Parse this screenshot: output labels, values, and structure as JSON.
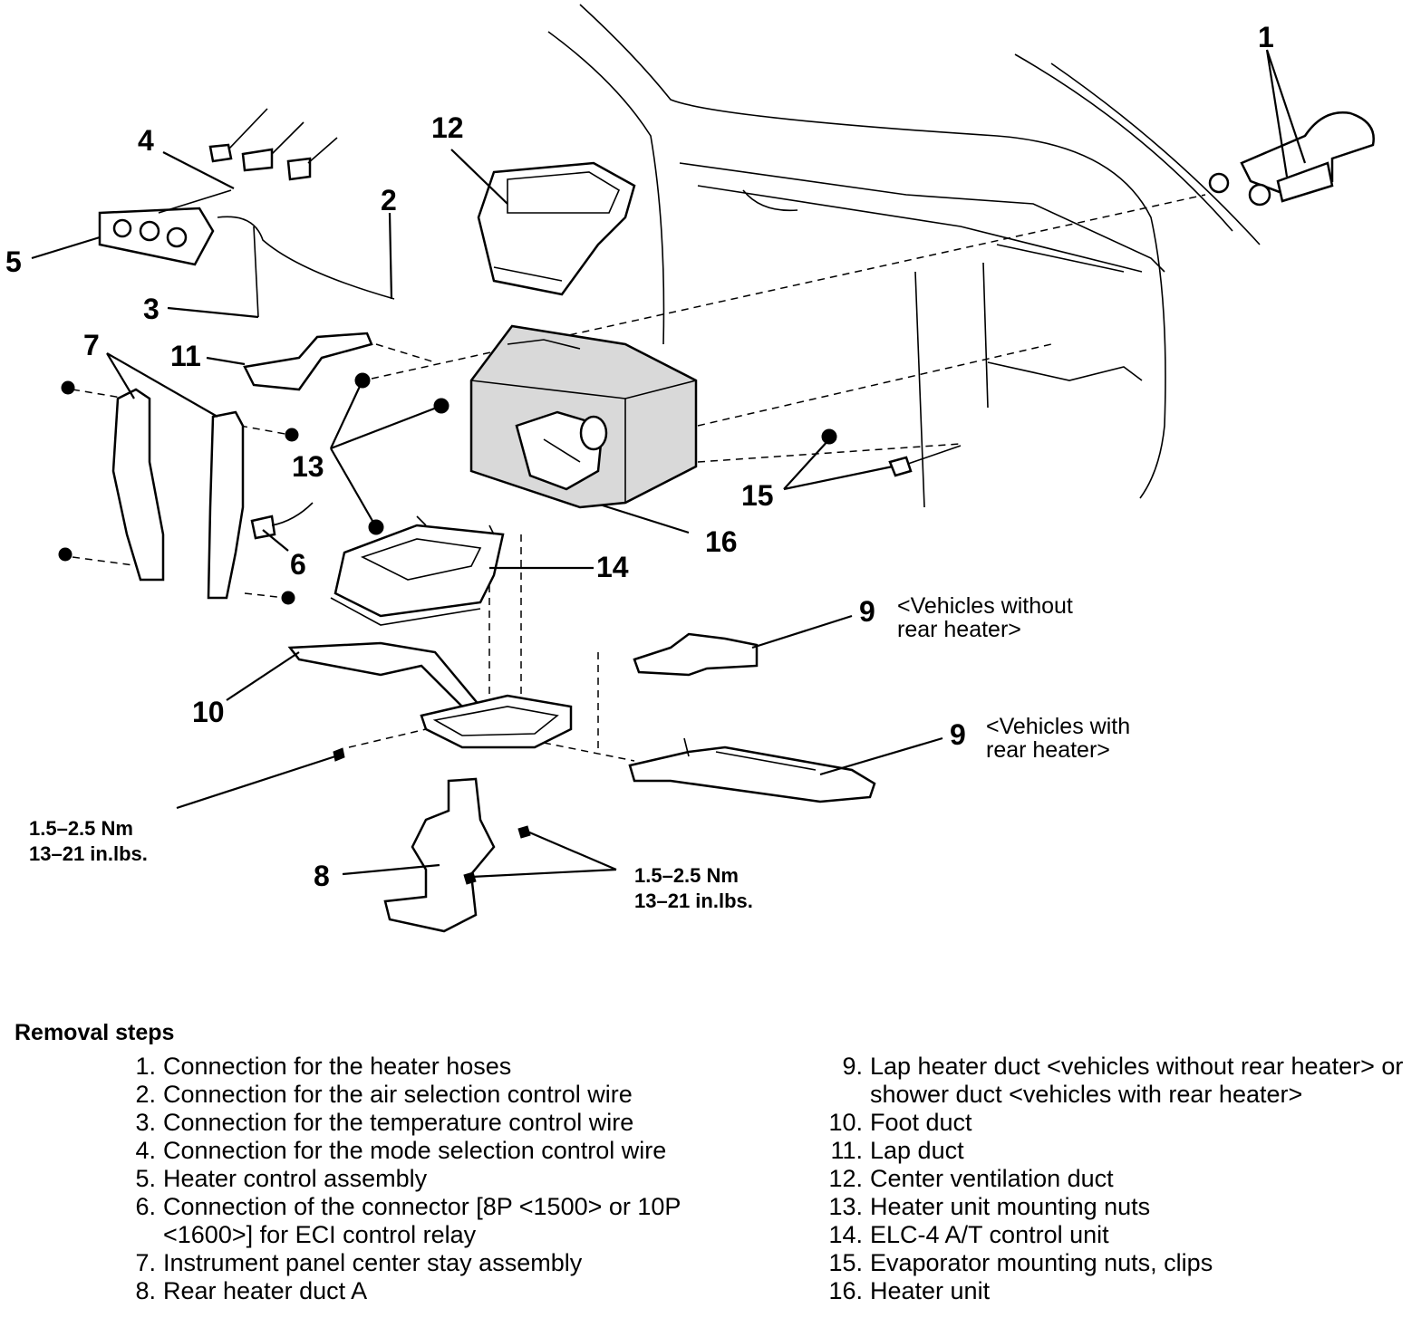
{
  "callouts": {
    "c1": "1",
    "c2": "2",
    "c3": "3",
    "c4": "4",
    "c5": "5",
    "c6": "6",
    "c7": "7",
    "c8": "8",
    "c9a": "9",
    "c9b": "9",
    "c10": "10",
    "c11": "11",
    "c12": "12",
    "c13": "13",
    "c14": "14",
    "c15": "15",
    "c16": "16"
  },
  "notes": {
    "without_rear_line1": "<Vehicles without",
    "without_rear_line2": "rear heater>",
    "with_rear_line1": "<Vehicles with",
    "with_rear_line2": "rear heater>"
  },
  "torque_specs": {
    "left_line1": "1.5–2.5 Nm",
    "left_line2": "13–21 in.lbs.",
    "right_line1": "1.5–2.5 Nm",
    "right_line2": "13–21 in.lbs."
  },
  "removal_steps": {
    "title": "Removal steps",
    "items": [
      {
        "num": "1.",
        "text": "Connection for the heater hoses"
      },
      {
        "num": "2.",
        "text": "Connection for the air selection control wire"
      },
      {
        "num": "3.",
        "text": "Connection for the temperature control wire"
      },
      {
        "num": "4.",
        "text": "Connection for the mode selection control wire"
      },
      {
        "num": "5.",
        "text": "Heater control assembly"
      },
      {
        "num": "6.",
        "text": "Connection of the connector [8P <1500> or 10P <1600>] for ECI control relay"
      },
      {
        "num": "7.",
        "text": "Instrument panel center stay assembly"
      },
      {
        "num": "8.",
        "text": "Rear heater duct A"
      },
      {
        "num": "9.",
        "text": "Lap heater duct <vehicles without rear heater> or shower duct <vehicles with rear heater>"
      },
      {
        "num": "10.",
        "text": "Foot duct"
      },
      {
        "num": "11.",
        "text": "Lap duct"
      },
      {
        "num": "12.",
        "text": "Center ventilation duct"
      },
      {
        "num": "13.",
        "text": "Heater unit mounting nuts"
      },
      {
        "num": "14.",
        "text": "ELC-4 A/T control unit"
      },
      {
        "num": "15.",
        "text": "Evaporator mounting nuts, clips"
      },
      {
        "num": "16.",
        "text": "Heater unit"
      }
    ]
  }
}
